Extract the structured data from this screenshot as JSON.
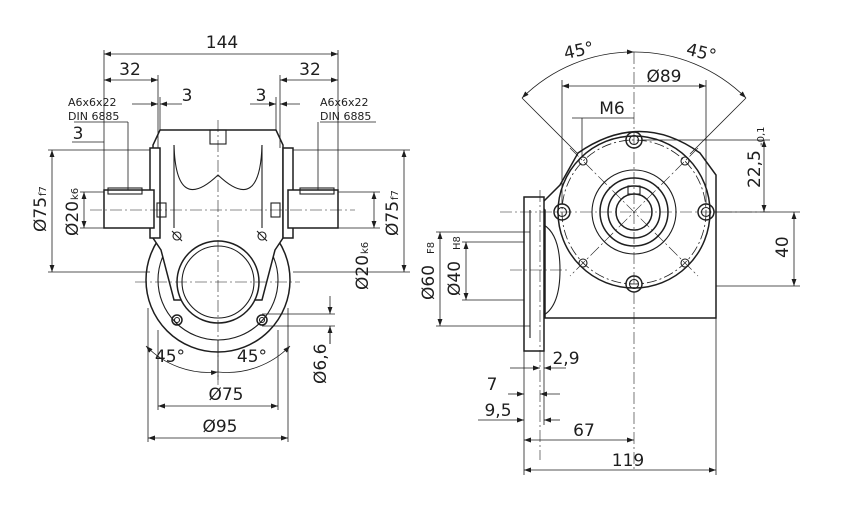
{
  "front_view": {
    "overall_width": "144",
    "shaft_length_left": "32",
    "shaft_length_right": "32",
    "key_offset_left": "3",
    "key_offset_right": "3",
    "key_offset_left_lower": "3",
    "key_spec_left": "A6x6x22",
    "key_standard_left": "DIN 6885",
    "key_spec_right": "A6x6x22",
    "key_standard_right": "DIN 6885",
    "flange_dia_left": "Ø75",
    "flange_tol_left": "f7",
    "shaft_dia_left": "Ø20",
    "shaft_tol_left": "k6",
    "flange_dia_right": "Ø75",
    "flange_tol_right": "f7",
    "shaft_dia_right": "Ø20",
    "shaft_tol_right": "k6",
    "hole_dia": "Ø6,6",
    "angle_left": "45°",
    "angle_right": "45°",
    "bolt_circle": "Ø75",
    "outer_dia": "Ø95"
  },
  "side_view": {
    "angle_left": "45°",
    "angle_right": "45°",
    "bolt_circle": "Ø89",
    "thread": "M6",
    "offset": "22,5",
    "offset_tol": "-0,1",
    "height": "40",
    "centering_dia": "Ø60",
    "centering_tol": "F8",
    "bore_dia": "Ø40",
    "bore_tol": "H8",
    "flange_thk": "2,9",
    "dim_7": "7",
    "dim_9_5": "9,5",
    "dim_67": "67",
    "dim_119": "119"
  }
}
